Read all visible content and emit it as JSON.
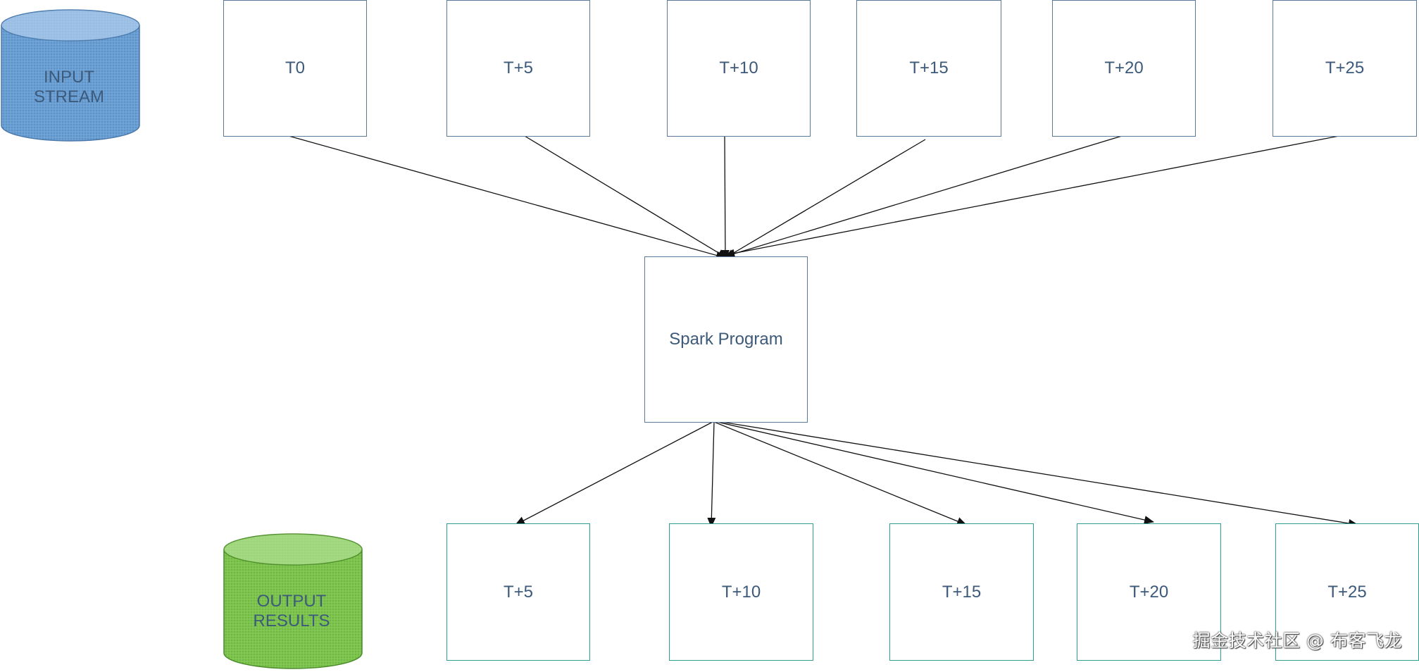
{
  "input_cylinder": {
    "line1": "INPUT",
    "line2": "STREAM",
    "color": "#6a9fd4"
  },
  "output_cylinder": {
    "line1": "OUTPUT",
    "line2": "RESULTS",
    "color": "#7dc44e"
  },
  "input_batches": [
    "T0",
    "T+5",
    "T+10",
    "T+15",
    "T+20",
    "T+25"
  ],
  "processor": {
    "label": "Spark Program"
  },
  "output_batches": [
    "T+5",
    "T+10",
    "T+15",
    "T+20",
    "T+25"
  ],
  "watermark": "掘金技术社区 @ 布客飞龙",
  "colors": {
    "input_border": "#5b7a99",
    "output_border": "#2f9e8f",
    "text": "#3d5a7a",
    "arrow": "#111111"
  }
}
